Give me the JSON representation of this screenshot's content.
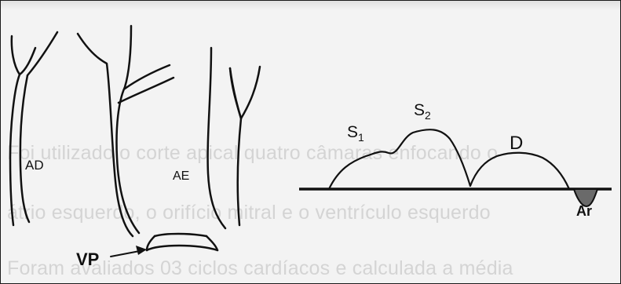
{
  "background_text": {
    "line1": "Foi utilizado o corte apical quatro câmaras enfocando o",
    "line2": "átrio esquerdo, o orifício mitral e o ventrículo esquerdo",
    "line3": "Foram avaliados 03 ciclos cardíacos e calculada a média"
  },
  "anatomy_labels": {
    "ad": "AD",
    "ae": "AE",
    "vp": "VP"
  },
  "waveform_labels": {
    "s1_letter": "S",
    "s1_sub": "1",
    "s2_letter": "S",
    "s2_sub": "2",
    "d": "D",
    "ar": "Ar"
  },
  "colors": {
    "ink": "#111111",
    "paper": "#f3f3f3",
    "faded_text": "#d4d4d4"
  }
}
